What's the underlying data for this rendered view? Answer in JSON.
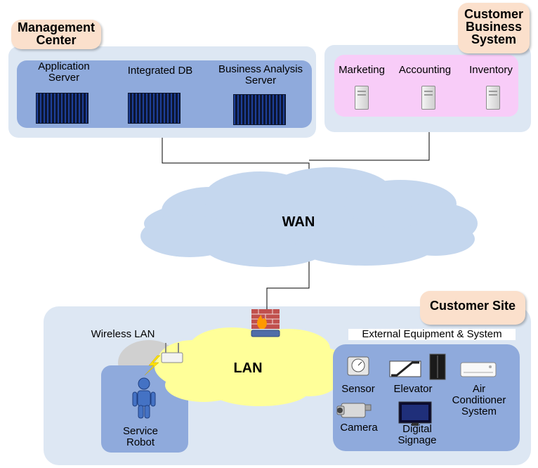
{
  "management_center": {
    "title": "Management\nCenter",
    "servers": [
      {
        "label": "Application\nServer",
        "icon": "server-rack-icon"
      },
      {
        "label": "Integrated DB",
        "icon": "server-rack-icon"
      },
      {
        "label": "Business Analysis\nServer",
        "icon": "server-rack-icon"
      }
    ]
  },
  "customer_business_system": {
    "title": "Customer\nBusiness\nSystem",
    "systems": [
      {
        "label": "Marketing",
        "icon": "tower-server-icon"
      },
      {
        "label": "Accounting",
        "icon": "tower-server-icon"
      },
      {
        "label": "Inventory",
        "icon": "tower-server-icon"
      }
    ]
  },
  "wan": {
    "label": "WAN"
  },
  "customer_site": {
    "title": "Customer Site",
    "lan_label": "LAN",
    "wireless_lan_label": "Wireless LAN",
    "service_robot_label": "Service\nRobot",
    "external": {
      "title": "External Equipment & System",
      "devices": [
        {
          "label": "Sensor",
          "icon": "meter-icon"
        },
        {
          "label": "Elevator",
          "icon": "escalator-elevator-icon"
        },
        {
          "label": "Air\nConditioner\nSystem",
          "icon": "air-conditioner-icon"
        },
        {
          "label": "Camera",
          "icon": "camera-icon"
        },
        {
          "label": "Digital\nSignage",
          "icon": "monitor-icon"
        }
      ]
    }
  },
  "colors": {
    "panel": "#dde7f3",
    "inner_blue": "#8faadc",
    "inner_pink": "#f8ccf8",
    "tag": "#fbe0cc",
    "cloud_wan": "#c5d7ee",
    "cloud_lan": "#ffff99",
    "wireless_bubble": "#d0d0d0",
    "robot": "#4472c4"
  }
}
